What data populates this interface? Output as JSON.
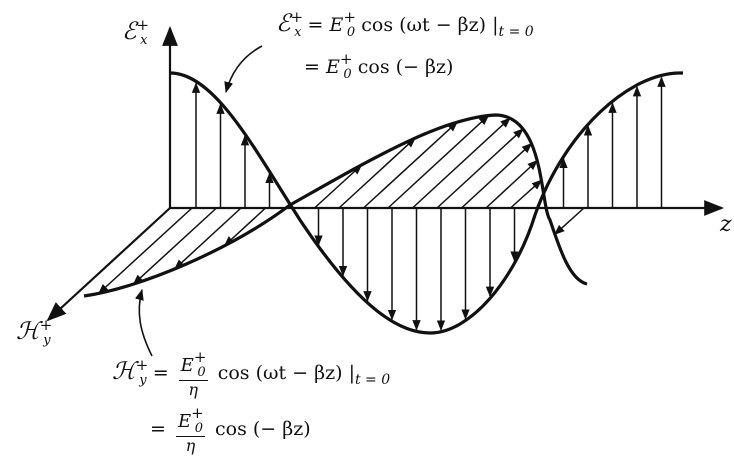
{
  "axes": {
    "e_symbol": "ℰ",
    "e_sub": "x",
    "e_sup": "+",
    "h_symbol": "ℋ",
    "h_sub": "y",
    "h_sup": "+",
    "z_label": "z"
  },
  "eq_e": {
    "line1_lhs_sym": "ℰ",
    "line1_lhs_sub": "x",
    "line1_lhs_sup": "+",
    "eq": "=",
    "amp": "E",
    "amp_sub": "0",
    "amp_sup": "+",
    "line1_fn": "cos (ωt − βz) |",
    "eval_at": "t = 0",
    "line2_eq": "=",
    "line2_fn": "cos (− βz)"
  },
  "eq_h": {
    "lhs_sym": "ℋ",
    "lhs_sub": "y",
    "lhs_sup": "+",
    "eq": "=",
    "num": "E",
    "num_sub": "0",
    "num_sup": "+",
    "den": "η",
    "line1_fn": "cos (ωt − βz) |",
    "eval_at": "t = 0",
    "line2_eq": "=",
    "line2_fn": "cos (− βz)"
  },
  "colors": {
    "ink": "#111111",
    "background": "#ffffff"
  }
}
